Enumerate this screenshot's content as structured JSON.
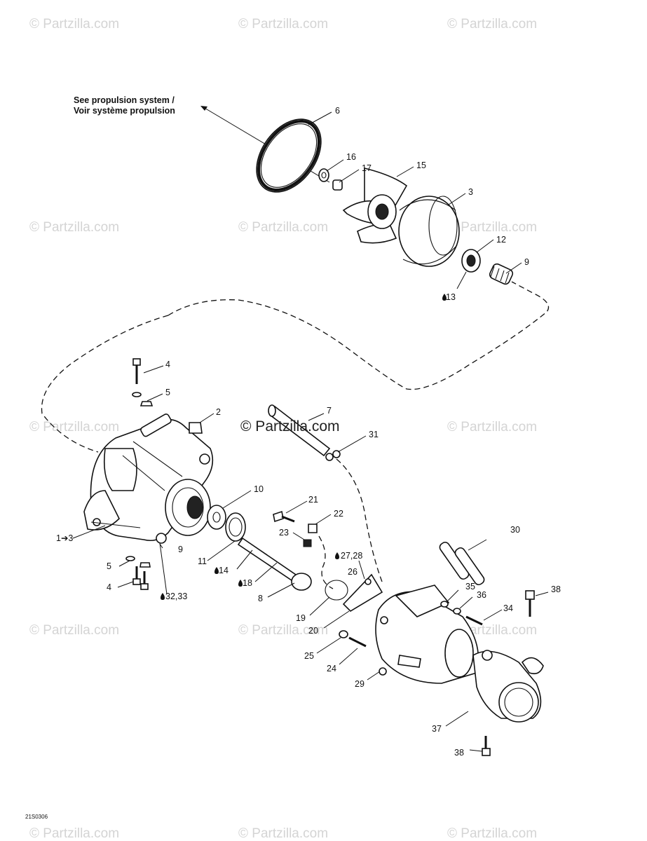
{
  "diagram": {
    "reference_note": [
      "See propulsion system /",
      "Voir système propulsion"
    ],
    "drawing_code": "21S0306",
    "center_watermark": "© Partzilla.com",
    "watermark_text": "© Partzilla.com",
    "callouts": {
      "c1": "6",
      "c2": "16",
      "c3": "17",
      "c4": "15",
      "c5": "3",
      "c6": "12",
      "c7": "9",
      "c8": "13",
      "c9": "4",
      "c10": "5",
      "c11": "2",
      "c12": "7",
      "c13": "31",
      "c14": "10",
      "c15": "21",
      "c16": "22",
      "c17": "23",
      "c18": "1➔3",
      "c19": "9",
      "c20": "11",
      "c21": "14",
      "c22": "18",
      "c23": "8",
      "c24": "5",
      "c25": "4",
      "c26": "32,33",
      "c27": "27,28",
      "c28": "26",
      "c29": "30",
      "c30": "35",
      "c31": "36",
      "c32": "34",
      "c33": "38",
      "c34": "19",
      "c35": "20",
      "c36": "25",
      "c37": "24",
      "c38": "29",
      "c39": "37",
      "c40": "38"
    }
  }
}
